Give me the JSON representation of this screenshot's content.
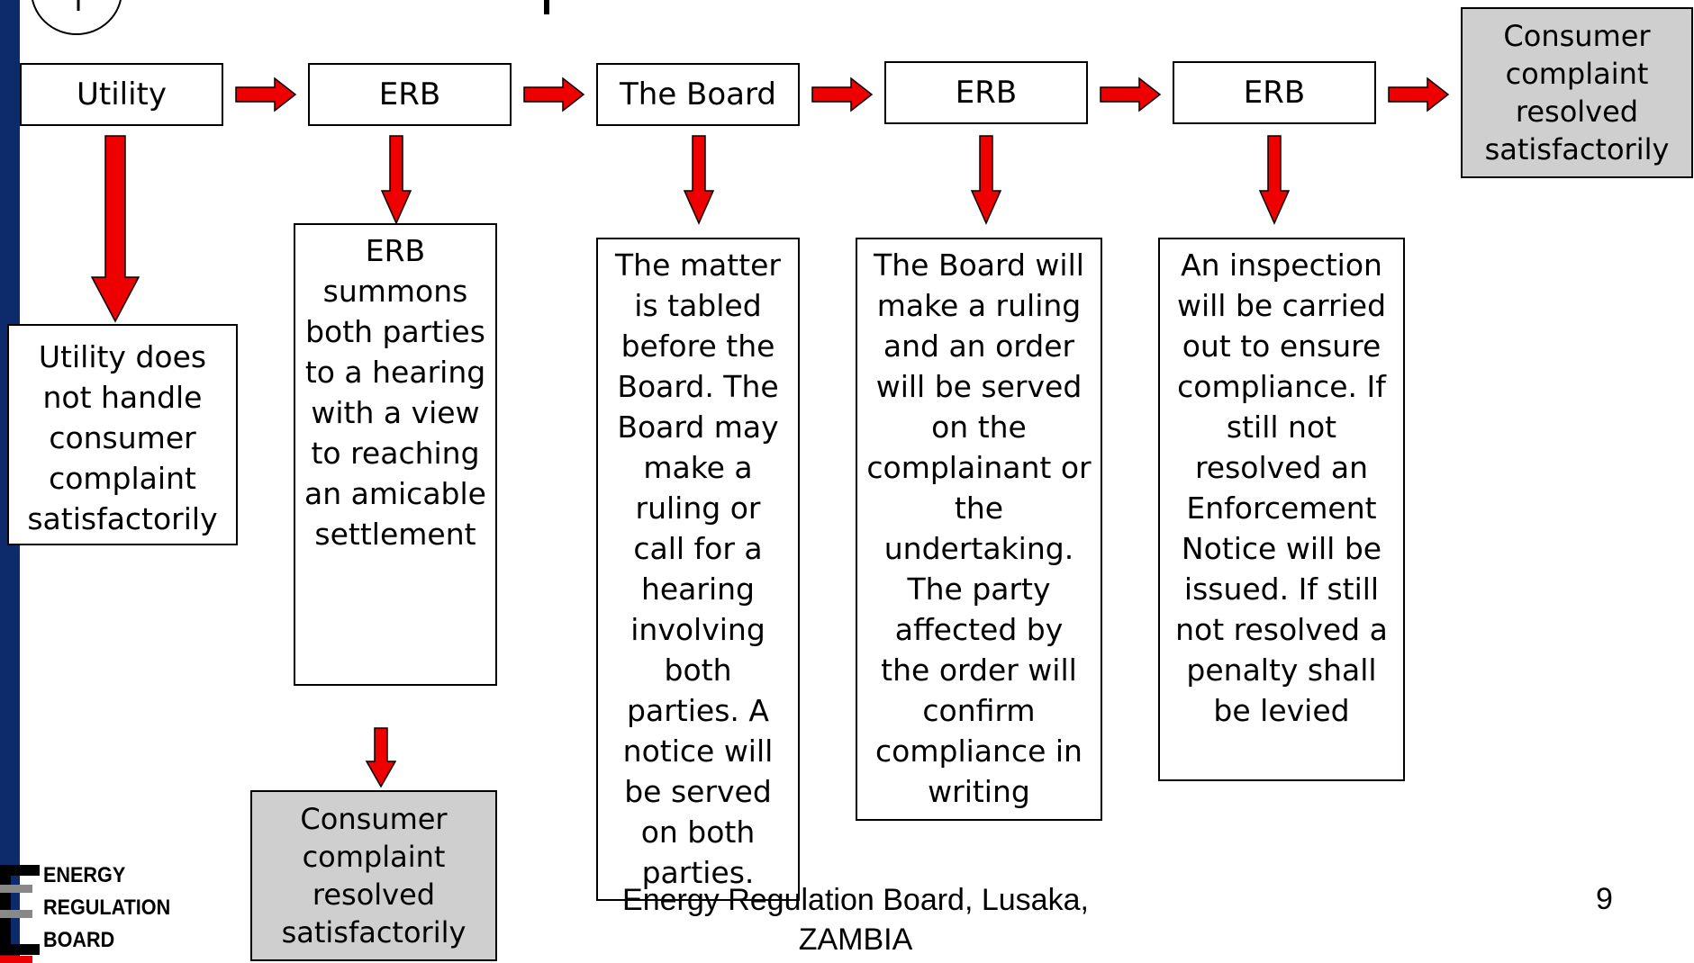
{
  "steps": [
    {
      "head": "Utility",
      "desc": "Utility  does not handle consumer complaint satisfactorily"
    },
    {
      "head": "ERB",
      "desc": "ERB summons both parties to a hearing with a view to reaching an amicable settlement"
    },
    {
      "head": "The Board",
      "desc": "The matter is tabled before the Board. The Board may make a ruling or call for a hearing involving both parties. A notice will be served on both parties."
    },
    {
      "head": "ERB",
      "desc": "The Board will make a ruling and an order will be served on the complainant or the undertaking. The party affected by the order will confirm compliance in writing"
    },
    {
      "head": "ERB",
      "desc": "An inspection will be carried out to ensure compliance. If still not resolved an Enforcement Notice will be issued. If still not resolved a penalty shall be levied"
    }
  ],
  "outcome_top": "Consumer complaint resolved satisfactorily",
  "outcome_bottom": "Consumer complaint resolved satisfactorily",
  "logo": {
    "line1": "ENERGY",
    "line2": "REGULATION",
    "line3": "BOARD"
  },
  "footer": {
    "line1": "Energy Regulation Board, Lusaka,",
    "line2": "ZAMBIA"
  },
  "page_number": "9",
  "colors": {
    "arrow": "#ee0000",
    "sidebar": "#0d2a6b",
    "outcome_fill": "#cfcfcf"
  }
}
